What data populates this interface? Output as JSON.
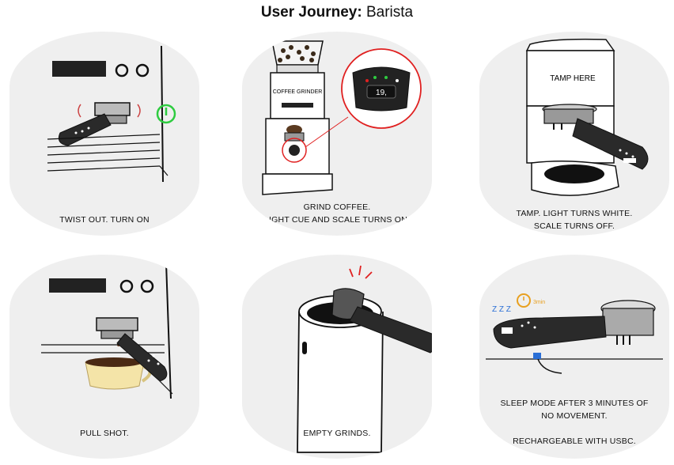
{
  "header": {
    "title_bold": "User Journey:",
    "title_rest": "Barista"
  },
  "steps": [
    {
      "lines": [
        "TWIST OUT. TURN ON"
      ]
    },
    {
      "lines": [
        "GRIND COFFEE.",
        "LIGHT CUE AND SCALE TURNS ON."
      ],
      "grinder_label": "COFFEE GRINDER",
      "scale_reading": "19,"
    },
    {
      "lines": [
        "TAMP. LIGHT TURNS WHITE.",
        "SCALE TURNS OFF."
      ],
      "tamper_label": "TAMP HERE"
    },
    {
      "lines": [
        "PULL SHOT."
      ]
    },
    {
      "lines": [
        "EMPTY GRINDS."
      ]
    },
    {
      "lines": [
        "SLEEP MODE AFTER 3 MINUTES OF",
        "NO MOVEMENT.",
        "",
        "RECHARGEABLE WITH USBC."
      ],
      "timer_label": "3min",
      "sleep_text": "Z Z Z"
    }
  ],
  "colors": {
    "power_green": "#2ecc40",
    "zoom_red": "#e02020",
    "usb_blue": "#2b6fd6",
    "timer_orange": "#e8a020",
    "coffee_cup": "#f4e4a8"
  }
}
